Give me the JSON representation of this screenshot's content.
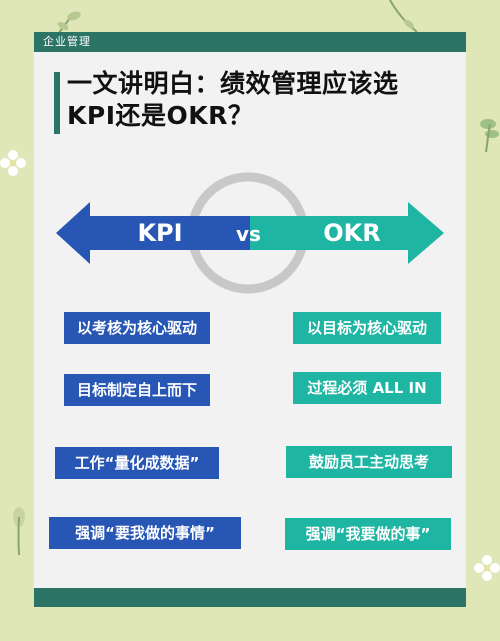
{
  "header": {
    "label": "企业管理"
  },
  "title": {
    "line1": "一文讲明白：绩效管理应该选",
    "line2": "KPI还是OKR？"
  },
  "comparison": {
    "left": "KPI",
    "vs": "vs",
    "right": "OKR"
  },
  "kpi_points": [
    "以考核为核心驱动",
    "目标制定自上而下",
    "工作“量化成数据”",
    "强调“要我做的事情”"
  ],
  "okr_points": [
    "以目标为核心驱动",
    "过程必须 ALL IN",
    "鼓励员工主动思考",
    "强调“我要做的事”"
  ],
  "colors": {
    "background": "#dfe6b8",
    "card": "#f2f2f2",
    "bar": "#2c7466",
    "kpi": "#2756b5",
    "okr": "#1fb5a3",
    "ring": "#c8c8c8"
  }
}
